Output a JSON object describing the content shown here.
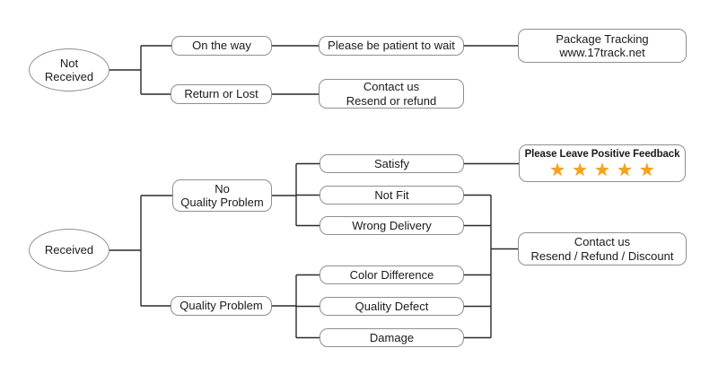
{
  "colors": {
    "star": "#F5A21B",
    "box_border": "#8F8F8F",
    "connector_line": "#2A2A2A",
    "text": "#1A1A1A",
    "background": "#FFFFFF"
  },
  "flowchart": {
    "tree_not_received": {
      "root": {
        "line1": "Not",
        "line2": "Received"
      },
      "on_the_way": {
        "label": "On the way"
      },
      "return_or_lost": {
        "label": "Return or Lost"
      },
      "please_wait": {
        "label": "Please be patient to wait"
      },
      "package_tracking": {
        "line1": "Package Tracking",
        "line2": "www.17track.net"
      },
      "contact_resend_refund": {
        "line1": "Contact us",
        "line2": "Resend or refund"
      }
    },
    "tree_received": {
      "root": {
        "label": "Received"
      },
      "no_quality_problem": {
        "line1": "No",
        "line2": "Quality Problem"
      },
      "quality_problem": {
        "label": "Quality Problem"
      },
      "satisfy": {
        "label": "Satisfy"
      },
      "not_fit": {
        "label": "Not Fit"
      },
      "wrong_delivery": {
        "label": "Wrong Delivery"
      },
      "color_difference": {
        "label": "Color Difference"
      },
      "quality_defect": {
        "label": "Quality Defect"
      },
      "damage": {
        "label": "Damage"
      },
      "positive_feedback": {
        "label": "Please Leave Positive Feedback",
        "stars": "★★★★★",
        "star_count": 5
      },
      "contact_resend_refund_discount": {
        "line1": "Contact us",
        "line2": "Resend / Refund / Discount"
      }
    }
  }
}
